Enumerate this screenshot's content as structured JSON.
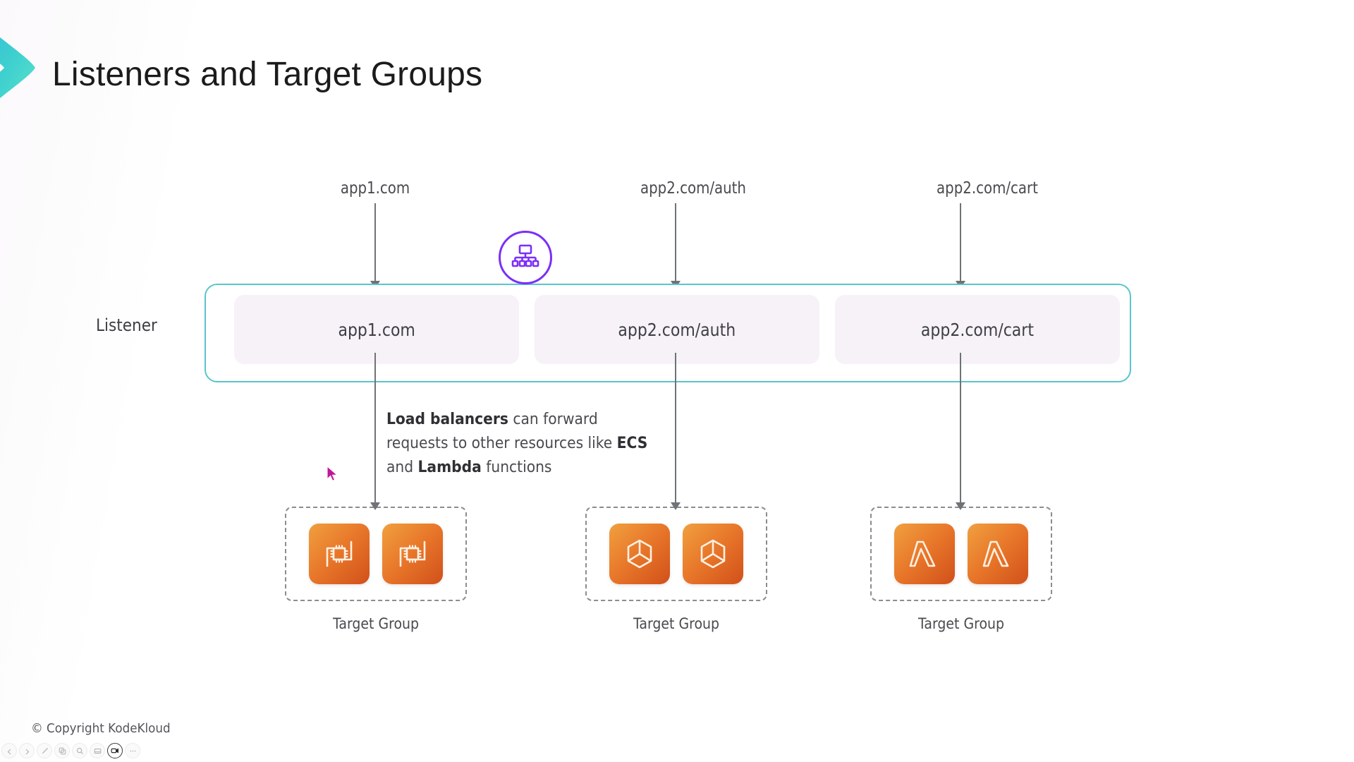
{
  "slide": {
    "title": "Listeners and Target Groups",
    "copyright": "© Copyright KodeKloud",
    "brand_icon": "chevron-logo",
    "accent_teal": "#5bc4cd",
    "accent_purple": "#7b2ff7",
    "accent_orange": "#e8772a",
    "cursor_color": "#c0159b"
  },
  "sources": [
    {
      "label": "app1.com"
    },
    {
      "label": "app2.com/auth"
    },
    {
      "label": "app2.com/cart"
    }
  ],
  "load_balancer": {
    "icon": "load-balancer-icon",
    "icon_color": "#7b2ff7"
  },
  "listener": {
    "label": "Listener",
    "rules": [
      {
        "label": "app1.com"
      },
      {
        "label": "app2.com/auth"
      },
      {
        "label": "app2.com/cart"
      }
    ]
  },
  "note": {
    "part1_bold": "Load balancers",
    "part2": " can forward requests to other resources like ",
    "part3_bold": "ECS",
    "part4": " and ",
    "part5_bold": "Lambda",
    "part6": " functions"
  },
  "target_groups": [
    {
      "caption": "Target Group",
      "service": "ec2",
      "icons": [
        "ec2-instance-icon",
        "ec2-instance-icon"
      ]
    },
    {
      "caption": "Target Group",
      "service": "ecs",
      "icons": [
        "ecs-container-icon",
        "ecs-container-icon"
      ]
    },
    {
      "caption": "Target Group",
      "service": "lambda",
      "icons": [
        "lambda-function-icon",
        "lambda-function-icon"
      ]
    }
  ],
  "toolbar": {
    "buttons": [
      {
        "name": "previous-slide-button",
        "icon": "chevron-left-icon",
        "active": false
      },
      {
        "name": "next-slide-button",
        "icon": "chevron-right-icon",
        "active": false
      },
      {
        "name": "pen-tool-button",
        "icon": "pen-icon",
        "active": false
      },
      {
        "name": "duplicate-button",
        "icon": "copy-icon",
        "active": false
      },
      {
        "name": "zoom-button",
        "icon": "magnifier-icon",
        "active": false
      },
      {
        "name": "presenter-view-button",
        "icon": "slide-icon",
        "active": false
      },
      {
        "name": "record-video-button",
        "icon": "video-camera-icon",
        "active": true
      },
      {
        "name": "more-options-button",
        "icon": "ellipsis-icon",
        "active": false
      }
    ]
  }
}
